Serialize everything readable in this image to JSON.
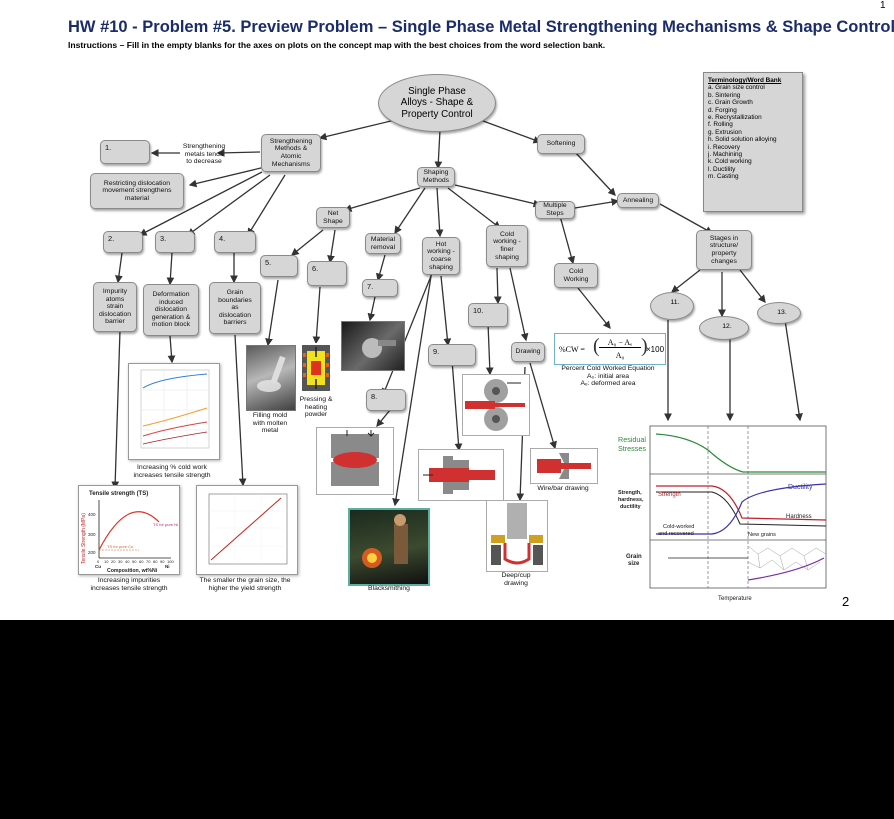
{
  "header": {
    "page_number_top": "1",
    "title": "HW #10 -  Problem #5. Preview Problem – Single Phase Metal Strengthening Mechanisms & Shape Control",
    "instructions": "Instructions – Fill in the empty blanks for the axes on plots on the concept map with the best choices from the word selection bank.",
    "page_number": "2"
  },
  "nodes": {
    "center": [
      "Single Phase",
      "Alloys - Shape &",
      "Property Control"
    ],
    "strengthening_methods": [
      "Strengthening",
      "Methods &",
      "Atomic",
      "Mechanisms"
    ],
    "softening": "Softening",
    "shaping_methods": [
      "Shaping",
      "Methods"
    ],
    "annealing": "Annealing",
    "multiple_steps": [
      "Multiple",
      "Steps"
    ],
    "net_shape": [
      "Net",
      "Shape"
    ],
    "material_removal": [
      "Material",
      "removal"
    ],
    "hot_working": [
      "Hot",
      "working -",
      "coarse",
      "shaping"
    ],
    "cold_working_finer": [
      "Cold",
      "working -",
      "finer",
      "shaping"
    ],
    "cold_working": [
      "Cold",
      "Working"
    ],
    "drawing": "Drawing",
    "stages": [
      "Stages in",
      "structure/",
      "property",
      "changes"
    ],
    "restricting": [
      "Restricting dislocation",
      "movement strengthens",
      "material"
    ],
    "impurity": [
      "Impurity",
      "atoms",
      "strain",
      "dislocation",
      "barrier"
    ],
    "deformation": [
      "Deformation",
      "induced",
      "dislocation",
      "generation &",
      "motion block"
    ],
    "grain_boundaries": [
      "Grain",
      "boundaries",
      "as",
      "dislocation",
      "barriers"
    ]
  },
  "edge_labels": {
    "strengthening_tends": [
      "Strengthening",
      "metals tends",
      "to decrease"
    ]
  },
  "blanks": [
    "1.",
    "2.",
    "3.",
    "4.",
    "5.",
    "6.",
    "7.",
    "8.",
    "9.",
    "10.",
    "11.",
    "12.",
    "13."
  ],
  "word_bank": {
    "title": "Terminology/Word Bank",
    "items": [
      "a. Grain size control",
      "b. Sintering",
      "c. Grain Growth",
      "d. Forging",
      "e. Recrystallization",
      "f. Rolling",
      "g. Extrusion",
      "h. Solid solution alloying",
      "i. Recovery",
      "j. Machining",
      "k. Cold working",
      "l. Ductility",
      "m. Casting"
    ]
  },
  "captions": {
    "cold_work": [
      "Increasing % cold work",
      "increases tensile strength"
    ],
    "impurities": [
      "Increasing impurities",
      "increases tensile strength"
    ],
    "grain_size": [
      "The smaller the grain size, the",
      "higher the yield strength"
    ],
    "filling_mold": [
      "Filling mold",
      "with molten",
      "metal"
    ],
    "pressing": [
      "Pressing &",
      "heating",
      "powder"
    ],
    "blacksmithing": "Blacksmithing",
    "wire_bar": "Wire/bar drawing",
    "deep_cup": [
      "Deep/cup",
      "drawing"
    ],
    "cw_equation": [
      "Percent Cold Worked Equation",
      "A₀: initial area",
      "Aₑ: deformed area"
    ]
  },
  "cw_formula": {
    "lhs": "%CW =",
    "num": "A₀ − Aₑ",
    "den": "A₀",
    "mult": "×100"
  },
  "ts_plot": {
    "title": "Tensile strength (TS)",
    "ylabel": "Tensile Strength (MPa)",
    "xlabel": "Composition, wt%Ni",
    "y_ticks": [
      "400",
      "300",
      "200"
    ],
    "x_ticks": [
      "0",
      "10",
      "20",
      "30",
      "40",
      "50",
      "60",
      "70",
      "80",
      "90",
      "100"
    ],
    "left_label": "Cu",
    "right_label": "Ni",
    "ann_ni": "TS for pure Ni",
    "ann_cu": "TS for pure Cu"
  },
  "anneal_plot": {
    "residual": [
      "Residual",
      "Stresses"
    ],
    "strength_label": [
      "Strength,",
      "hardness,",
      "ductility"
    ],
    "strength": "Strength",
    "ductility": "Ductility",
    "hardness": "Hardness",
    "cold_worked": [
      "Cold-worked",
      "and  recovered"
    ],
    "new_grains": "New  grains",
    "grain_size": [
      "Grain",
      "size"
    ],
    "temperature": "Temperature"
  },
  "colors": {
    "title": "#1a2c6b",
    "box_fill": "#d6d6d6",
    "residual": "#2e8b3a",
    "strength": "#c0202a",
    "ductility": "#3a35a8",
    "grain": "#7a2fa0"
  }
}
